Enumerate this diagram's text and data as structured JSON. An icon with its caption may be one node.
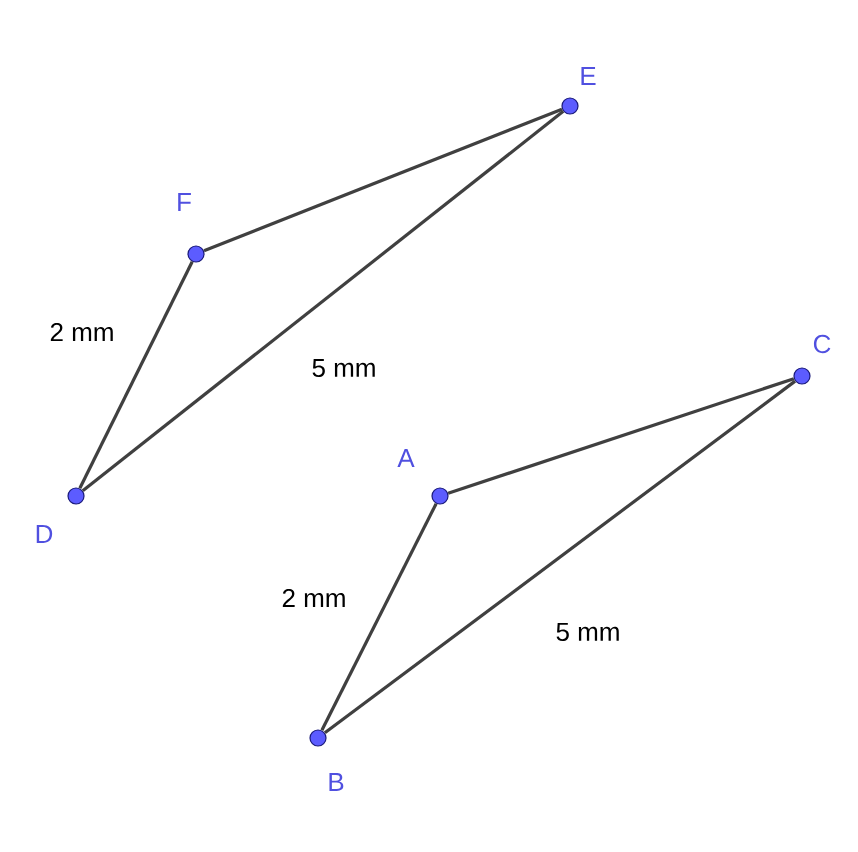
{
  "diagram": {
    "nodes": [
      {
        "text": [],
        "shape": "circle",
        "beside": [
          "E"
        ]
      },
      {
        "text": [],
        "shape": "circle",
        "beside": [
          "F"
        ]
      },
      {
        "text": [],
        "shape": "circle",
        "beside": [
          "C"
        ]
      },
      {
        "text": [],
        "shape": "circle",
        "beside": [
          "D"
        ]
      },
      {
        "text": [],
        "shape": "circle",
        "beside": [
          "A"
        ]
      },
      {
        "text": [],
        "shape": "circle",
        "beside": [
          "B"
        ]
      }
    ],
    "edges": [
      {
        "from": 1,
        "to": 3,
        "arrow": "none",
        "label": "2 mm"
      },
      {
        "from": 1,
        "to": 0,
        "arrow": "none"
      },
      {
        "from": 3,
        "to": 0,
        "arrow": "none",
        "label": "5 mm"
      },
      {
        "from": 4,
        "to": 5,
        "arrow": "none",
        "label": "2 mm"
      },
      {
        "from": 4,
        "to": 2,
        "arrow": "none"
      },
      {
        "from": 5,
        "to": 2,
        "arrow": "none",
        "label": "5 mm"
      }
    ]
  }
}
